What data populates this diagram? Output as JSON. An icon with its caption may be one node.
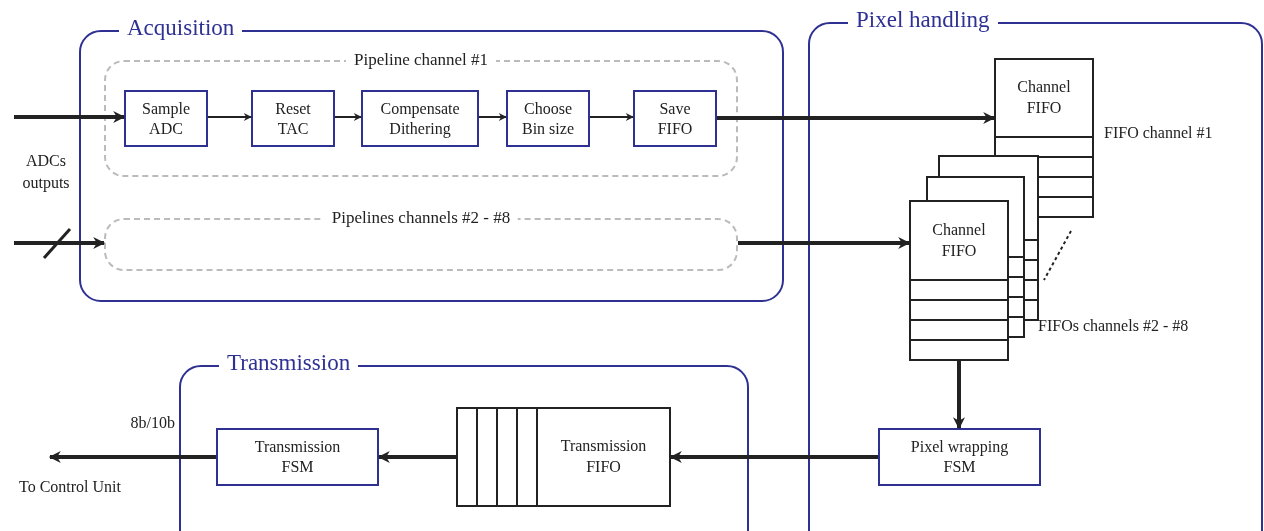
{
  "diagram": {
    "nodes": [
      {
        "text": [
          "Acquisition"
        ]
      },
      {
        "text": [
          "Pipeline channel #1"
        ],
        "in": 0
      },
      {
        "text": [
          "Sample ADC"
        ],
        "in": 1
      },
      {
        "text": [
          "Reset TAC"
        ],
        "in": 1
      },
      {
        "text": [
          "Compensate Dithering"
        ],
        "in": 1
      },
      {
        "text": [
          "Choose Bin size"
        ],
        "in": 1
      },
      {
        "text": [
          "Save FIFO"
        ],
        "in": 1
      },
      {
        "text": [
          "Pipelines channels #2 - #8"
        ],
        "in": 0
      },
      {
        "text": [
          "Pixel handling"
        ]
      },
      {
        "text": [
          "Channel FIFO"
        ],
        "in": 8,
        "beside": [
          "FIFO channel #1"
        ]
      },
      {
        "text": [
          "Channel FIFO"
        ],
        "in": 8,
        "beside": [
          "FIFOs channels #2 - #8"
        ]
      },
      {
        "text": [
          "Pixel wrapping FSM"
        ],
        "in": 8
      },
      {
        "text": [
          "Transmission"
        ]
      },
      {
        "text": [
          "Transmission FIFO"
        ],
        "in": 12
      },
      {
        "text": [
          "Transmission FSM"
        ],
        "in": 12
      }
    ],
    "edges": [
      {
        "from": null,
        "to": 2,
        "arrow": "to"
      },
      {
        "from": 2,
        "to": 3,
        "arrow": "to"
      },
      {
        "from": 3,
        "to": 4,
        "arrow": "to"
      },
      {
        "from": 4,
        "to": 5,
        "arrow": "to"
      },
      {
        "from": 5,
        "to": 6,
        "arrow": "to"
      },
      {
        "from": null,
        "to": 7,
        "arrow": "to"
      },
      {
        "from": 6,
        "to": 9,
        "arrow": "to"
      },
      {
        "from": 7,
        "to": 10,
        "arrow": "to"
      },
      {
        "from": 10,
        "to": 11,
        "arrow": "to"
      },
      {
        "from": 11,
        "to": 13,
        "arrow": "to"
      },
      {
        "from": 13,
        "to": 14,
        "arrow": "to"
      },
      {
        "from": 14,
        "to": null,
        "arrow": "to"
      }
    ],
    "labels": [
      "ADCs outputs",
      "8b/10b",
      "To Control Unit"
    ]
  }
}
